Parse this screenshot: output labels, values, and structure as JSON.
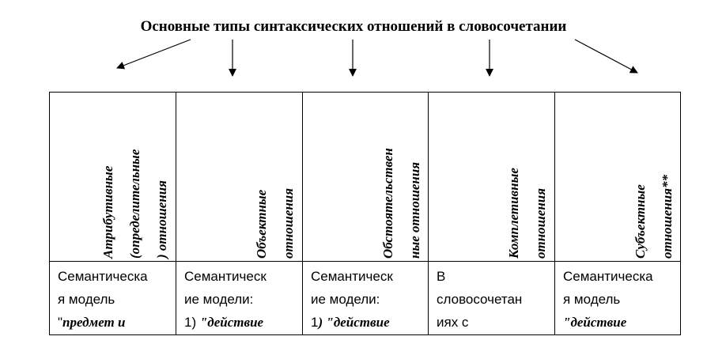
{
  "title": "Основные типы синтаксических отношений в словосочетании",
  "columns": [
    {
      "header": "Атрибутивные\n(определительные\n) отношения",
      "body_plain": "Семантическа\nя модель\n\"",
      "body_em": "предмет и"
    },
    {
      "header": "Объектные\nотношения",
      "body_plain": "Семантическ\nие модели:\n1) ",
      "body_em": "\"действие"
    },
    {
      "header": "Обстоятельствен\nные отношения",
      "body_plain": "Семантическ\nие модели:\n1",
      "body_em": ") \"действие"
    },
    {
      "header": "Комплетивные\nотношения",
      "body_plain": "В\nсловосочетан\nиях с",
      "body_em": ""
    },
    {
      "header": "Субъектные\nотношения**",
      "body_plain": "Семантическа\nя модель\n",
      "body_em": "\"действие"
    }
  ]
}
